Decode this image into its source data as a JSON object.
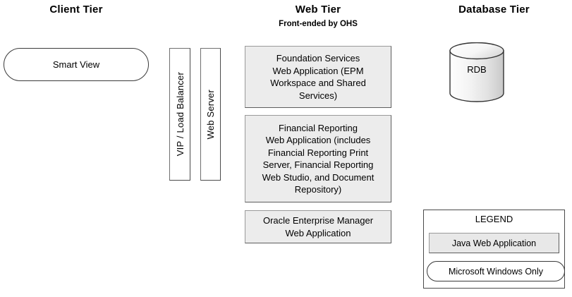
{
  "diagram": {
    "tiers": [
      {
        "id": "client",
        "title": "Client Tier",
        "subtitle": ""
      },
      {
        "id": "web",
        "title": "Web Tier",
        "subtitle": "Front-ended by OHS"
      },
      {
        "id": "database",
        "title": "Database Tier",
        "subtitle": ""
      }
    ],
    "client_tier": {
      "nodes": [
        {
          "label": "Smart View",
          "shape": "rounded-rect",
          "fill": "#ffffff"
        }
      ]
    },
    "middle_bars": [
      {
        "label": "VIP / Load Balancer",
        "shape": "vertical-rect",
        "fill": "#ffffff"
      },
      {
        "label": "Web Server",
        "shape": "vertical-rect",
        "fill": "#ffffff"
      }
    ],
    "web_tier": {
      "nodes": [
        {
          "label": "Foundation Services Web Application (EPM Workspace and Shared Services)",
          "lines": [
            "Foundation Services",
            "Web Application (EPM",
            "Workspace and Shared",
            "Services)"
          ],
          "shape": "rect",
          "fill": "#ececec"
        },
        {
          "label": "Financial Reporting Web Application (includes Financial Reporting Print Server, Financial Reporting Web Studio, and Document Repository)",
          "lines": [
            "Financial Reporting",
            "Web Application (includes",
            "Financial Reporting Print",
            "Server, Financial Reporting",
            "Web Studio, and Document",
            "Repository)"
          ],
          "shape": "rect",
          "fill": "#ececec"
        },
        {
          "label": "Oracle Enterprise Manager Web Application",
          "lines": [
            "Oracle Enterprise Manager",
            "Web Application"
          ],
          "shape": "rect",
          "fill": "#ececec"
        }
      ]
    },
    "database_tier": {
      "nodes": [
        {
          "label": "RDB",
          "shape": "cylinder",
          "fill": "#f1f1f1"
        }
      ]
    },
    "legend": {
      "title": "LEGEND",
      "entries": [
        {
          "label": "Java Web Application",
          "shape": "rect",
          "fill": "#e8e8e8"
        },
        {
          "label": "Microsoft Windows Only",
          "shape": "rounded-rect",
          "fill": "#ffffff"
        }
      ]
    },
    "colors": {
      "background": "#ffffff",
      "app_box_fill": "#ececec",
      "app_box_border": "#5d5d5d",
      "outline": "#3a3a3a",
      "text": "#000000"
    }
  }
}
